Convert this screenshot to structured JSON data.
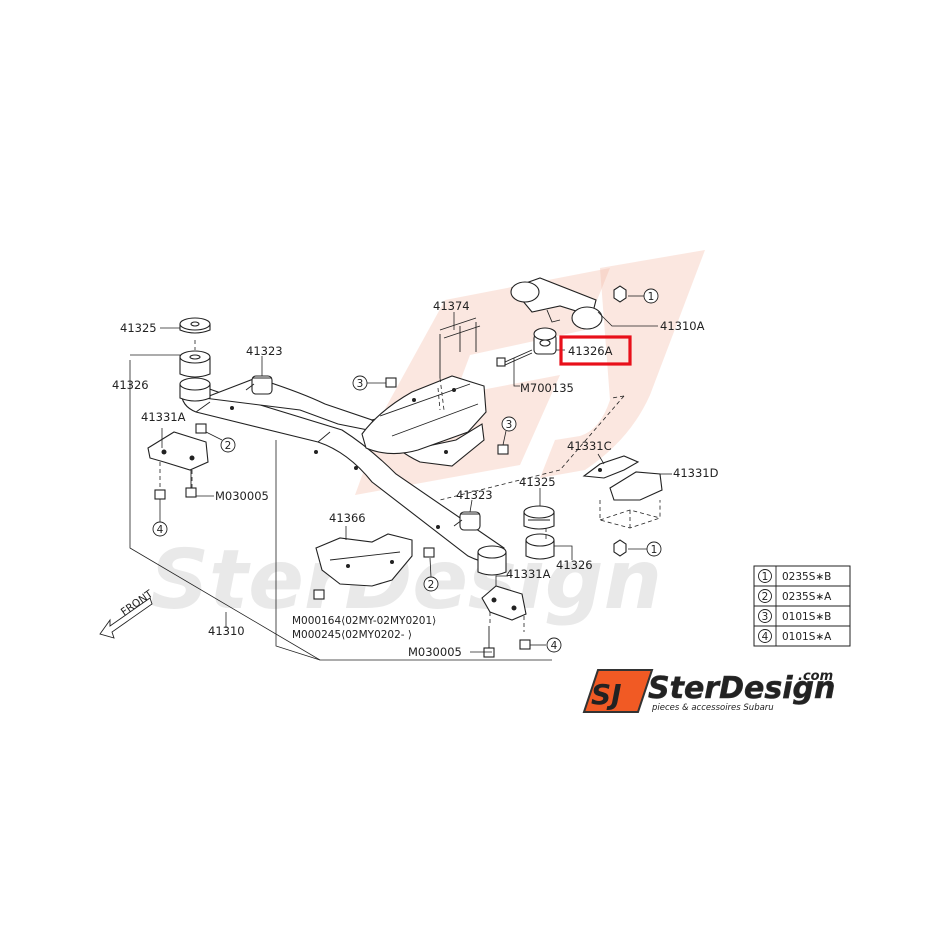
{
  "labels": {
    "p41325_a": "41325",
    "p41326_a": "41326",
    "p41323_a": "41323",
    "p41331a_a": "41331A",
    "m030005_a": "M030005",
    "p41374": "41374",
    "m700135": "M700135",
    "p41310a": "41310A",
    "p41326a": "41326A",
    "p41331c": "41331C",
    "p41331d": "41331D",
    "p41323_b": "41323",
    "p41325_b": "41325",
    "p41326_b": "41326",
    "p41331a_b": "41331A",
    "p41366": "41366",
    "p41310": "41310",
    "m000164": "M000164⟨02MY-02MY0201⟩",
    "m000245": "M000245⟨02MY0202-   ⟩",
    "m030005_b": "M030005",
    "front": "FRONT"
  },
  "callouts": {
    "c1": "1",
    "c2": "2",
    "c3": "3",
    "c4": "4"
  },
  "legend": [
    {
      "num": "1",
      "code": "0235S∗B"
    },
    {
      "num": "2",
      "code": "0235S∗A"
    },
    {
      "num": "3",
      "code": "0101S∗B"
    },
    {
      "num": "4",
      "code": "0101S∗A"
    }
  ],
  "highlight": {
    "part": "41326A",
    "color": "#e8101a"
  },
  "brand": {
    "logo_letters": "SJ",
    "name": "SterDesign",
    "domain": ".com",
    "tagline": "pieces & accessoires Subaru",
    "color_orange": "#f15a24",
    "color_dark": "#333333"
  }
}
